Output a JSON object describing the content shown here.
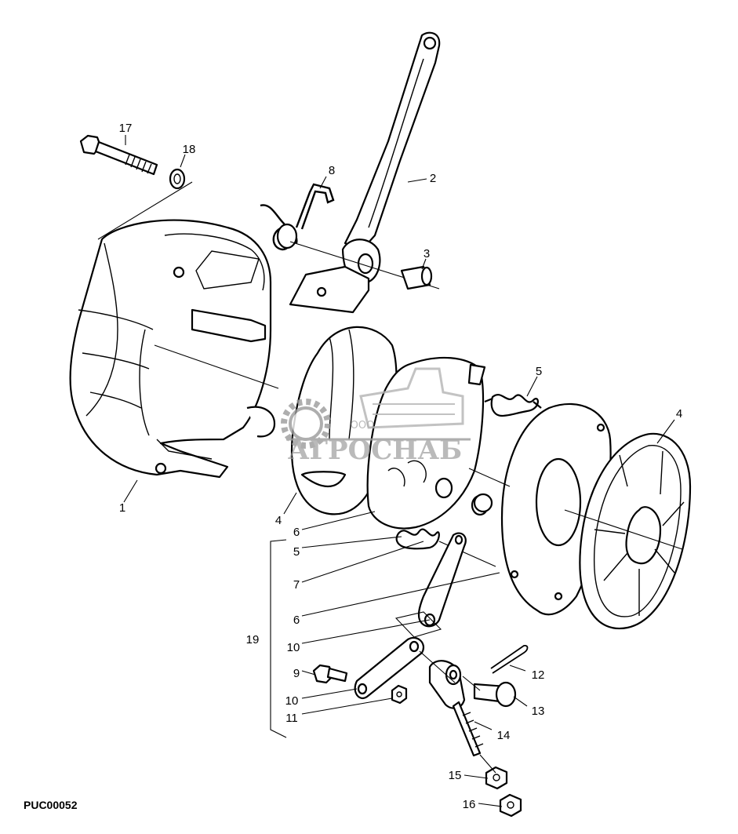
{
  "diagram": {
    "code": "PUC00052",
    "callouts": {
      "c1": "1",
      "c2": "2",
      "c3": "3",
      "c4a": "4",
      "c4b": "4",
      "c5a": "5",
      "c5b": "5",
      "c6a": "6",
      "c6b": "6",
      "c7": "7",
      "c8": "8",
      "c9": "9",
      "c10a": "10",
      "c10b": "10",
      "c11": "11",
      "c12": "12",
      "c13": "13",
      "c14": "14",
      "c15": "15",
      "c16": "16",
      "c17": "17",
      "c18": "18",
      "c19": "19"
    }
  },
  "watermark": {
    "prefix": "ООО",
    "name": "АГРОСНАБ"
  }
}
